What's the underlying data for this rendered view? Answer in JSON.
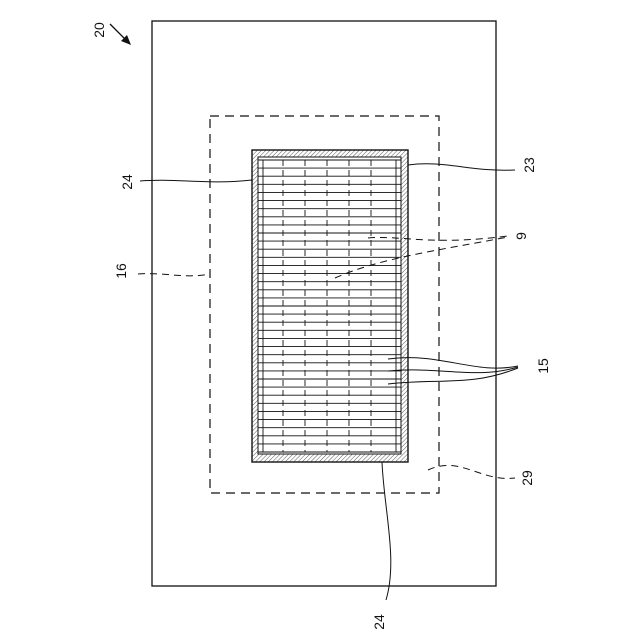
{
  "figure": {
    "labels": {
      "device": "20",
      "frame_top_left": "24",
      "frame_bottom": "24",
      "frame_right": "23",
      "region_dashed": "16",
      "hidden_element": "9",
      "strips": "15",
      "outer_dashed": "29"
    }
  }
}
